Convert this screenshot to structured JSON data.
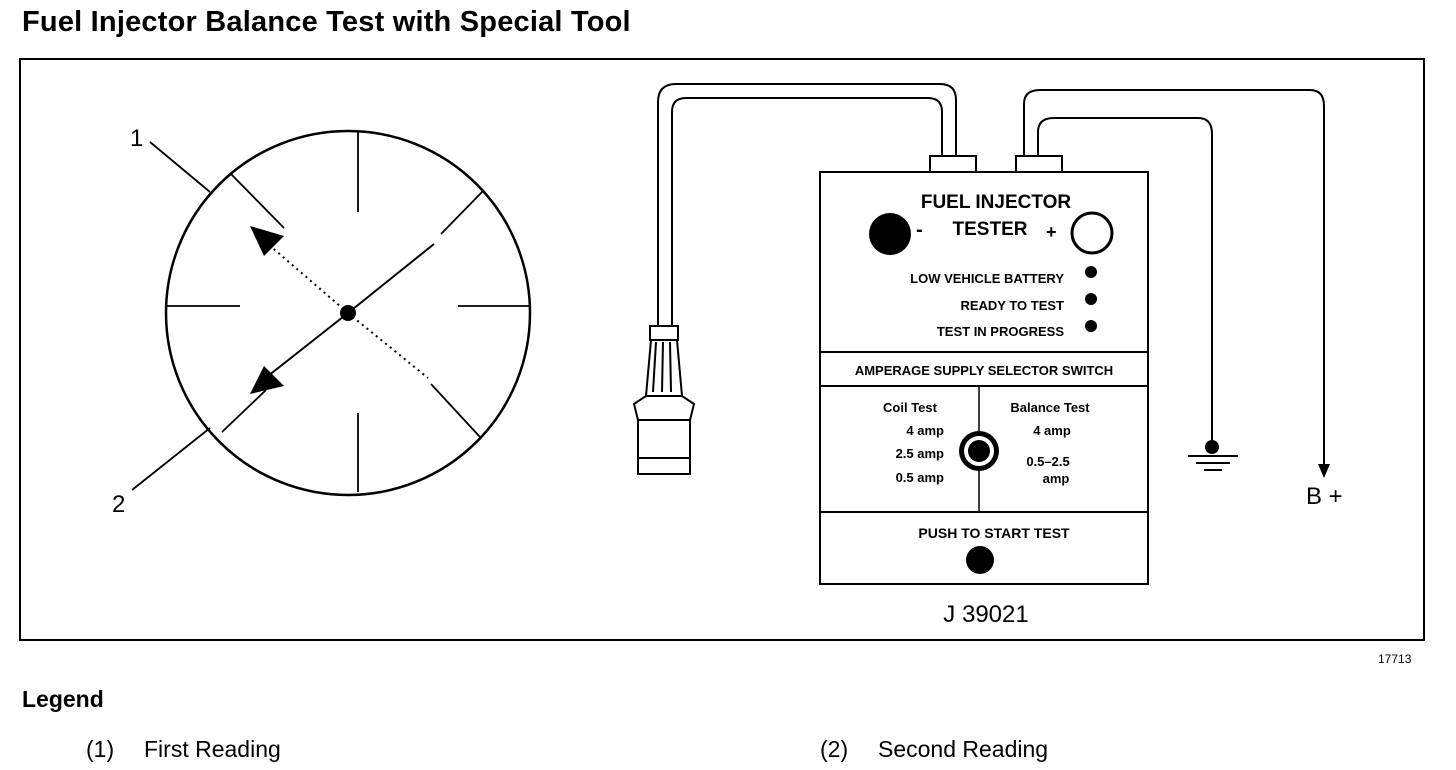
{
  "title": "Fuel Injector Balance Test with Special Tool",
  "gauge": {
    "callout_1": "1",
    "callout_2": "2"
  },
  "tester": {
    "heading_line1": "FUEL INJECTOR",
    "heading_line2": "TESTER",
    "minus": "-",
    "plus": "+",
    "indicators": [
      "LOW VEHICLE BATTERY",
      "READY TO TEST",
      "TEST IN PROGRESS"
    ],
    "selector_label": "AMPERAGE SUPPLY SELECTOR SWITCH",
    "coil_test": {
      "heading": "Coil Test",
      "settings": [
        "4 amp",
        "2.5 amp",
        "0.5 amp"
      ]
    },
    "balance_test": {
      "heading": "Balance Test",
      "settings": [
        "4 amp",
        "0.5–2.5",
        "amp"
      ]
    },
    "push_label": "PUSH TO START TEST",
    "model": "J 39021"
  },
  "battery_label": "B +",
  "figure_number": "17713",
  "legend": {
    "heading": "Legend",
    "items": [
      {
        "num": "(1)",
        "label": "First Reading"
      },
      {
        "num": "(2)",
        "label": "Second Reading"
      }
    ]
  }
}
